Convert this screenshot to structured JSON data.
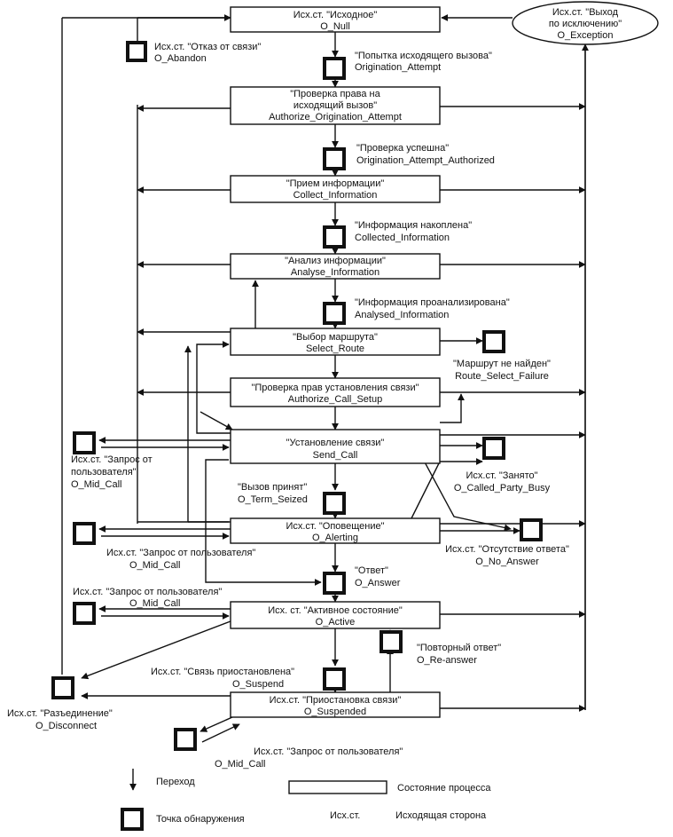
{
  "states": {
    "null": {
      "l1": "Исх.ст. \"Исходное\"",
      "l2": "O_Null"
    },
    "authorize_orig": {
      "l1": "\"Проверка права на",
      "l2": "исходящий вызов\"",
      "l3": "Authorize_Origination_Attempt"
    },
    "collect": {
      "l1": "\"Прием информации\"",
      "l2": "Collect_Information"
    },
    "analyse": {
      "l1": "\"Анализ информации\"",
      "l2": "Analyse_Information"
    },
    "select_route": {
      "l1": "\"Выбор маршрута\"",
      "l2": "Select_Route"
    },
    "authorize_setup": {
      "l1": "\"Проверка прав установления связи\"",
      "l2": "Authorize_Call_Setup"
    },
    "send_call": {
      "l1": "\"Установление связи\"",
      "l2": "Send_Call"
    },
    "alerting": {
      "l1": "Исх.ст. \"Оповещение\"",
      "l2": "O_Alerting"
    },
    "active": {
      "l1": "Исх. ст. \"Активное состояние\"",
      "l2": "O_Active"
    },
    "suspended": {
      "l1": "Исх.ст. \"Приостановка связи\"",
      "l2": "O_Suspended"
    },
    "exception": {
      "l1": "Исх.ст. \"Выход",
      "l2": "по исключению\"",
      "l3": "O_Exception"
    }
  },
  "detection_points": {
    "abandon": {
      "l1": "Исх.ст. \"Отказ от связи\"",
      "l2": "O_Abandon"
    },
    "orig_attempt": {
      "l1": "\"Попытка исходящего вызова\"",
      "l2": "Origination_Attempt"
    },
    "orig_authorized": {
      "l1": "\"Проверка успешна\"",
      "l2": "Origination_Attempt_Authorized"
    },
    "collected": {
      "l1": "\"Информация накоплена\"",
      "l2": "Collected_Information"
    },
    "analysed": {
      "l1": "\"Информация проанализирована\"",
      "l2": "Analysed_Information"
    },
    "route_failure": {
      "l1": "\"Маршрут не найден\"",
      "l2": "Route_Select_Failure"
    },
    "mid_call_1": {
      "l1": "Исх.ст. \"Запрос от",
      "l2": "пользователя\"",
      "l3": "O_Mid_Call"
    },
    "term_seized": {
      "l1": "\"Вызов принят\"",
      "l2": "O_Term_Seized"
    },
    "busy": {
      "l1": "Исх.ст. \"Занято\"",
      "l2": "O_Called_Party_Busy"
    },
    "mid_call_2": {
      "l1": "Исх.ст. \"Запрос от пользователя\"",
      "l2": "O_Mid_Call"
    },
    "no_answer": {
      "l1": "Исх.ст. \"Отсутствие ответа\"",
      "l2": "O_No_Answer"
    },
    "answer": {
      "l1": "\"Ответ\"",
      "l2": "O_Answer"
    },
    "mid_call_3": {
      "l1": "Исх.ст. \"Запрос от пользователя\"",
      "l2": "O_Mid_Call"
    },
    "re_answer": {
      "l1": "\"Повторный ответ\"",
      "l2": "O_Re-answer"
    },
    "suspend": {
      "l1": "Исх.ст. \"Связь приостановлена\"",
      "l2": "O_Suspend"
    },
    "disconnect": {
      "l1": "Исх.ст. \"Разъединение\"",
      "l2": "O_Disconnect"
    },
    "mid_call_4": {
      "l1": "Исх.ст. \"Запрос от пользователя\"",
      "l2": "O_Mid_Call"
    }
  },
  "legend": {
    "transition": "Переход",
    "process_state": "Состояние процесса",
    "detection_point": "Точка обнаружения",
    "abbr": "Исх.ст.",
    "abbr_meaning": "Исходящая сторона"
  }
}
